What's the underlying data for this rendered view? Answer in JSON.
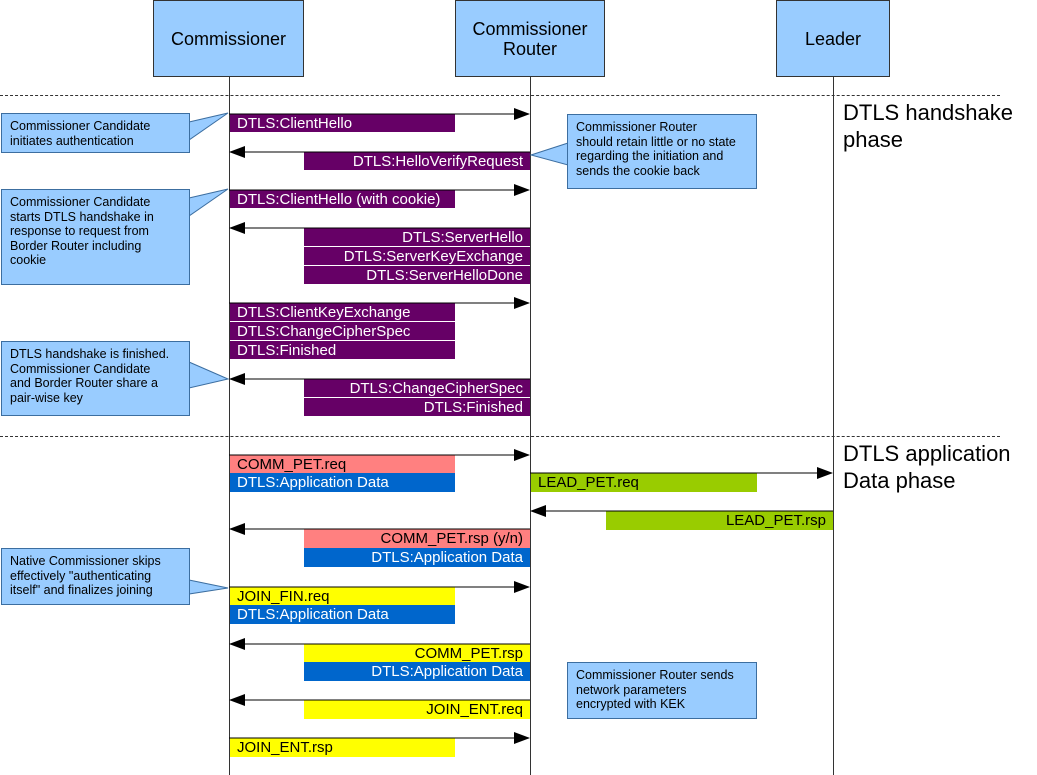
{
  "lanes": {
    "commissioner": "Commissioner",
    "router": "Commissioner\nRouter",
    "leader": "Leader"
  },
  "phases": {
    "handshake": "DTLS handshake\nphase",
    "application": "DTLS application\nData phase"
  },
  "messages": [
    "DTLS:ClientHello",
    "DTLS:HelloVerifyRequest",
    "DTLS:ClientHello (with cookie)",
    "DTLS:ServerHello",
    "DTLS:ServerKeyExchange",
    "DTLS:ServerHelloDone",
    "DTLS:ClientKeyExchange",
    "DTLS:ChangeCipherSpec",
    "DTLS:Finished",
    "DTLS:ChangeCipherSpec",
    "DTLS:Finished",
    "COMM_PET.req",
    "DTLS:Application Data",
    "LEAD_PET.req",
    "LEAD_PET.rsp",
    "COMM_PET.rsp (y/n)",
    "DTLS:Application Data",
    "JOIN_FIN.req",
    "DTLS:Application Data",
    "COMM_PET.rsp",
    "DTLS:Application Data",
    "JOIN_ENT.req",
    "JOIN_ENT.rsp"
  ],
  "notes": {
    "initiates": "Commissioner Candidate\ninitiates authentication",
    "router_state": "Commissioner Router\nshould retain little or no state\nregarding the initiation and\nsends the cookie back",
    "starts_handshake": "Commissioner Candidate\nstarts DTLS handshake in\nresponse to request from\nBorder Router including\ncookie",
    "finished": "DTLS handshake is finished.\nCommissioner Candidate\nand Border Router share a\npair-wise key",
    "native": "Native Commissioner skips\neffectively \"authenticating\nitself\" and finalizes joining",
    "router_sends": "Commissioner Router sends\nnetwork parameters\nencrypted with KEK"
  },
  "colors": {
    "lane": "#99ccff",
    "purple": "#660066",
    "pink": "#ff8080",
    "blue": "#0066cc",
    "green": "#99cc00",
    "yellow": "#ffff00"
  }
}
